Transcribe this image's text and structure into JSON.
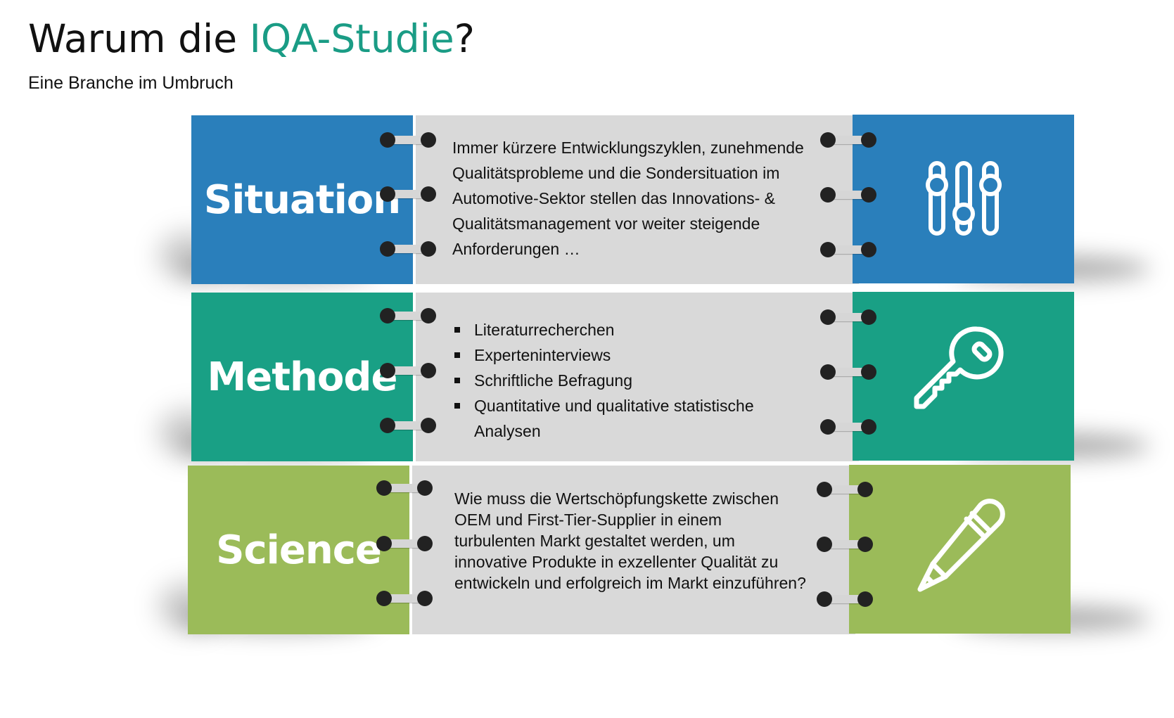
{
  "header": {
    "title_prefix": "Warum die ",
    "title_accent": "IQA-Studie",
    "title_suffix": "?",
    "subtitle": "Eine Branche im Umbruch"
  },
  "colors": {
    "blue": "#2a7fbb",
    "teal": "#19a085",
    "green": "#9bbb59",
    "panel": "#d9d9d9",
    "accent_text": "#1a9c85"
  },
  "rows": [
    {
      "label": "Situation",
      "text": "Immer kürzere Entwicklungszyklen, zunehmende Qualitätsprobleme und die Sondersituation im Automotive-Sektor stellen das Innovations- & Qualitätsmanagement vor weiter steigende Anforderungen …",
      "icon": "sliders-icon"
    },
    {
      "label": "Methode",
      "bullets": [
        "Literaturrecherchen",
        "Experteninterviews",
        "Schriftliche Befragung",
        "Quantitative und qualitative statistische Analysen"
      ],
      "icon": "key-icon"
    },
    {
      "label": "Science",
      "text": "Wie muss die Wertschöpfungskette zwischen OEM und First-Tier-Supplier in einem turbulenten Markt gestaltet werden, um innovative Produkte in exzellenter Qualität zu entwickeln und erfolgreich im Markt einzuführen?",
      "icon": "pencil-icon"
    }
  ]
}
